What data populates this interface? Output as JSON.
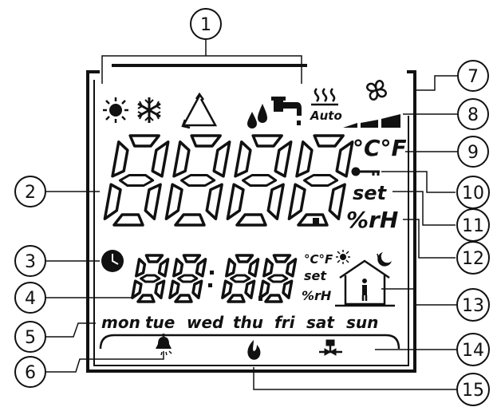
{
  "callouts": [
    "1",
    "2",
    "3",
    "4",
    "5",
    "6",
    "7",
    "8",
    "9",
    "10",
    "11",
    "12",
    "13",
    "14",
    "15"
  ],
  "display": {
    "main_digits": "888.8",
    "clock_digits": "88:8.8",
    "units_main": "°C°F",
    "units_small": "°C°F",
    "set_main": "set",
    "set_small": "set",
    "humidity_main": "%rH",
    "humidity_small": "%rH",
    "auto_label": "Auto",
    "days": [
      "mon",
      "tue",
      "wed",
      "thu",
      "fri",
      "sat",
      "sun"
    ]
  },
  "icons": [
    "sun-icon",
    "snowflake-icon",
    "recycle-triangle-icon",
    "water-drops-icon",
    "faucet-icon",
    "heat-waves-icon",
    "fan-icon",
    "fan-speed-bars-icon",
    "key-icon",
    "clock-icon",
    "sun-small-icon",
    "moon-icon",
    "house-person-icon",
    "bell-icon",
    "flame-icon",
    "valve-icon"
  ],
  "colors": {
    "ink": "#111111",
    "background": "#ffffff"
  }
}
